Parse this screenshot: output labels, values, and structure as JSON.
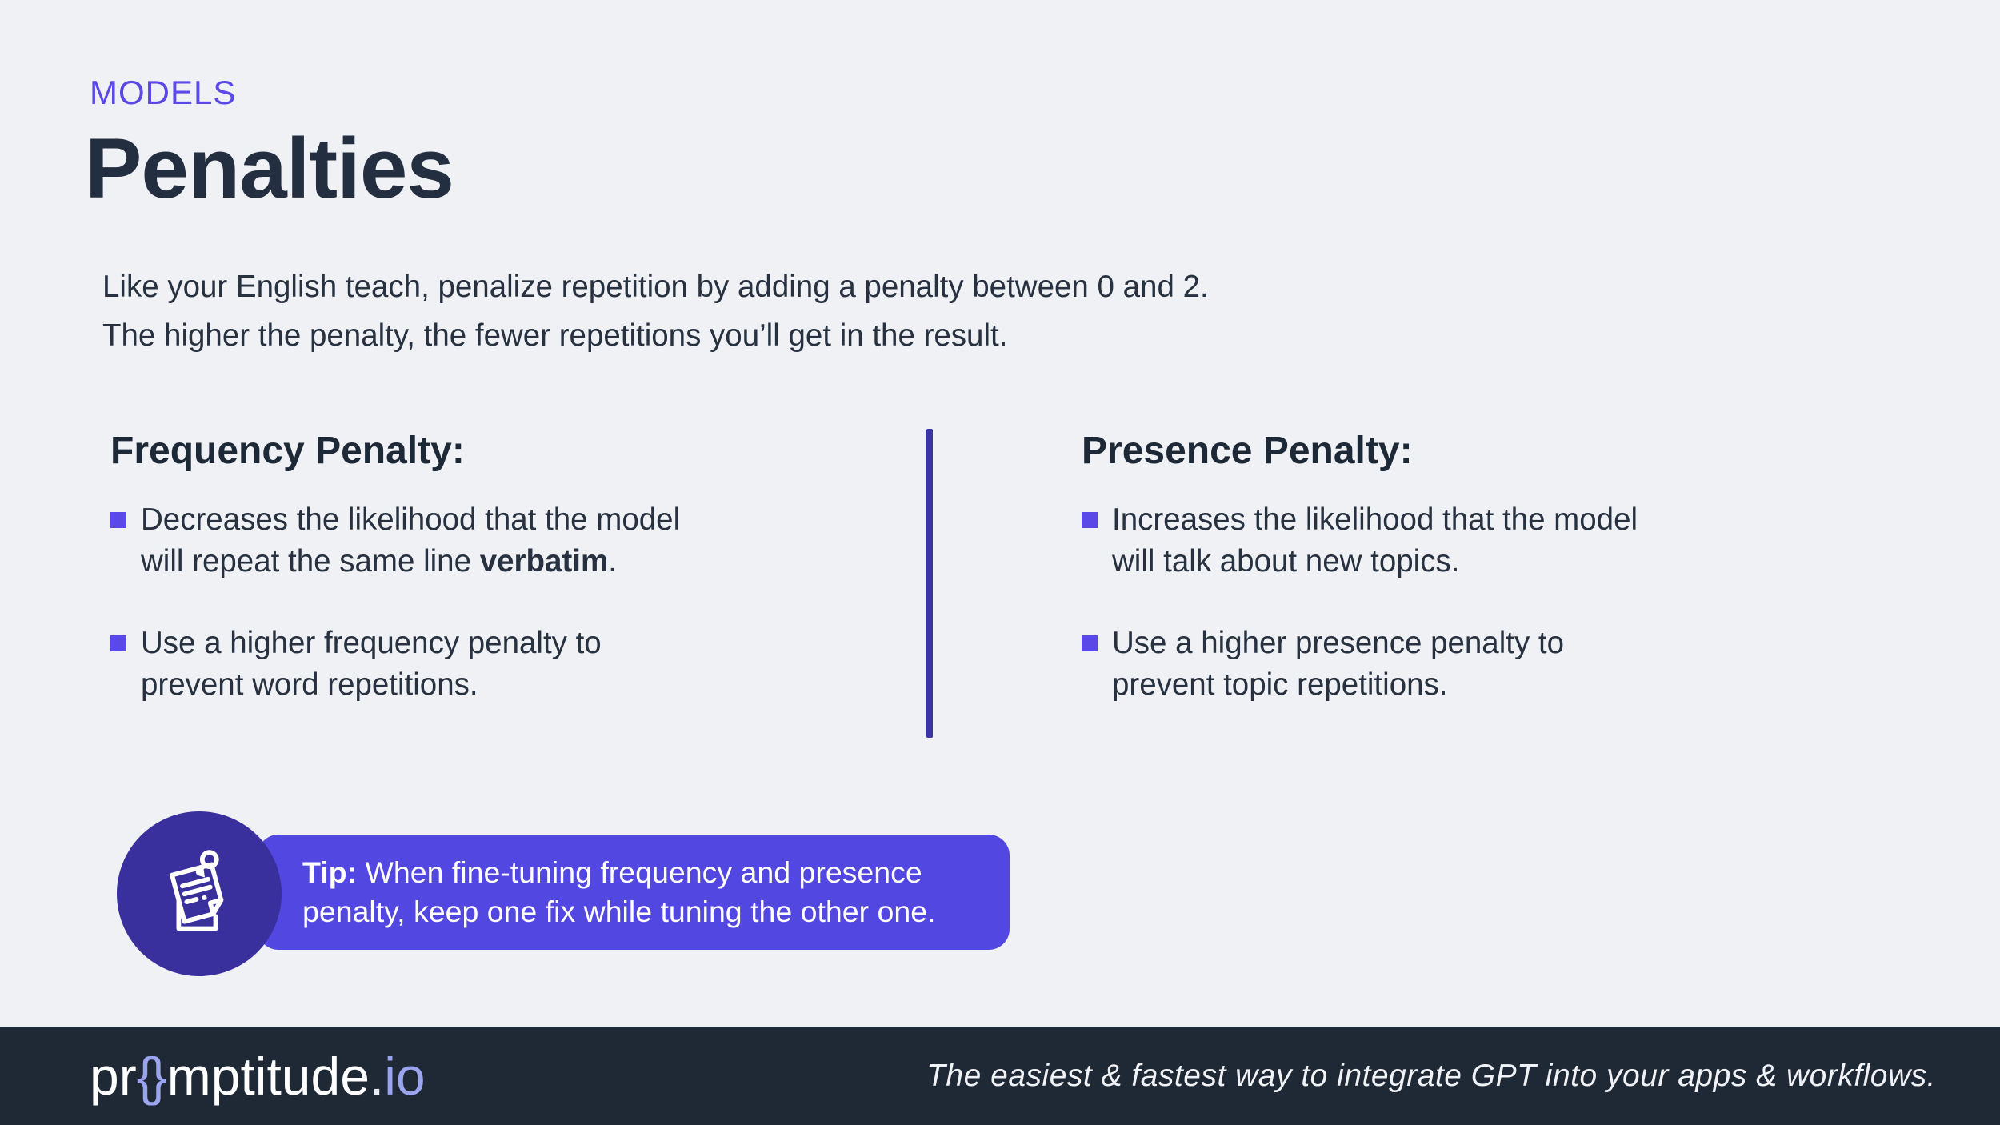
{
  "colors": {
    "bg": "#eff1f5",
    "accent": "#5a49e8",
    "tip-bg": "#5347e2",
    "indigo-dark": "#39309e",
    "divider": "#3b34a8",
    "title": "#232e40",
    "body": "#27313f",
    "footer-bg": "#1f2936",
    "lavender": "#9ba4ef",
    "white": "#ffffff"
  },
  "header": {
    "eyebrow": "MODELS",
    "title": "Penalties"
  },
  "intro": {
    "text": "Like your English teach, penalize repetition by adding a penalty between 0 and 2.\nThe higher the penalty, the fewer repetitions you’ll get in the result."
  },
  "columns": [
    {
      "heading": "Frequency Penalty:",
      "bullets": [
        {
          "pre": "Decreases the likelihood that the model\nwill repeat the same line ",
          "bold": "verbatim",
          "post": "."
        },
        {
          "pre": "Use a higher frequency penalty to\nprevent word repetitions.",
          "bold": "",
          "post": ""
        }
      ]
    },
    {
      "heading": "Presence Penalty:",
      "bullets": [
        {
          "pre": "Increases the likelihood that the model\nwill talk about new topics.",
          "bold": "",
          "post": ""
        },
        {
          "pre": "Use a higher presence penalty to\nprevent topic repetitions.",
          "bold": "",
          "post": ""
        }
      ]
    }
  ],
  "tip": {
    "icon": "pinned-note-icon",
    "label": "Tip:",
    "text": " When fine-tuning frequency and presence\npenalty, keep one fix while tuning the other one."
  },
  "footer": {
    "logo": {
      "pre": "pr",
      "braces": "{}",
      "post": "mptitude",
      "dot": ".",
      "tld": "io"
    },
    "tagline": "The easiest & fastest way to integrate GPT into your apps & workflows."
  }
}
